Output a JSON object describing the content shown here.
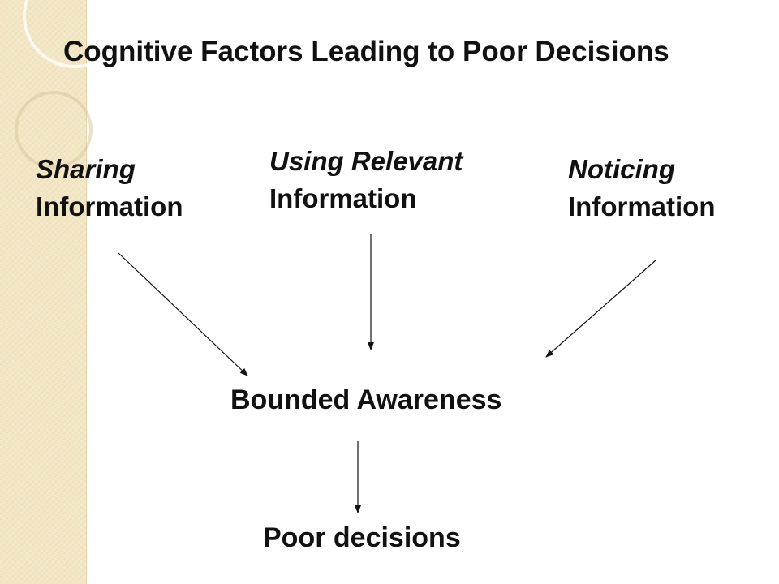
{
  "slide": {
    "title": "Cognitive Factors Leading to Poor Decisions"
  },
  "factors": [
    {
      "line1": "Sharing",
      "line2": "Information"
    },
    {
      "line1": "Using Relevant",
      "line2": "Information"
    },
    {
      "line1": "Noticing",
      "line2": "Information"
    }
  ],
  "center": {
    "label": "Bounded Awareness"
  },
  "outcome": {
    "label": "Poor decisions"
  },
  "colors": {
    "text": "#111111",
    "band": "#f2e6c4",
    "arrow": "#111111"
  }
}
